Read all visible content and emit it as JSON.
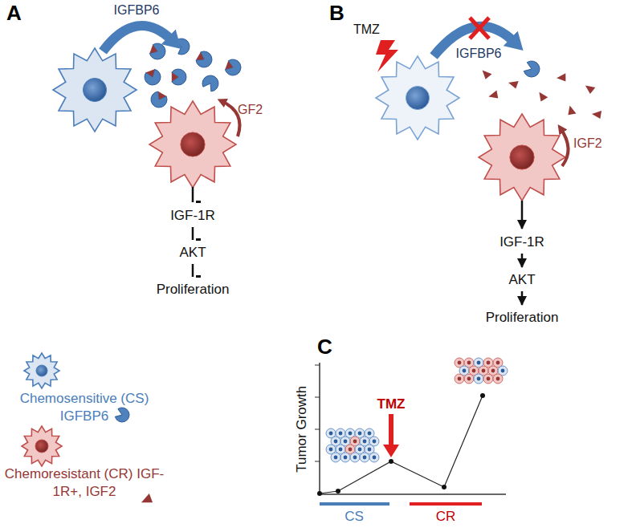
{
  "diagram": {
    "nodes": [
      {
        "text": [
          "IGF-1R"
        ]
      },
      {
        "text": [
          "AKT"
        ]
      },
      {
        "text": [
          "Proliferation"
        ]
      },
      {
        "text": [
          "IGF-1R"
        ]
      },
      {
        "text": [
          "AKT"
        ]
      },
      {
        "text": [
          "Proliferation"
        ]
      }
    ],
    "edges": [
      {
        "from": 0,
        "to": 1,
        "arrow": "to"
      },
      {
        "from": 1,
        "to": 2,
        "arrow": "to"
      },
      {
        "from": 3,
        "to": 4,
        "arrow": "to"
      },
      {
        "from": 4,
        "to": 5,
        "arrow": "to"
      }
    ],
    "labels": [
      "A",
      "B",
      "IGFBP6",
      "GF2",
      "TMZ",
      "IGFBP6",
      "IGF2",
      "C",
      "Tumor Growth",
      "TMZ",
      "CS",
      "CR"
    ],
    "legend": [
      {
        "text": "Chemosensitive (CS) IGFBP6"
      },
      {
        "text": "Chemoresistant (CR) IGF-1R+, IGF2"
      }
    ]
  }
}
